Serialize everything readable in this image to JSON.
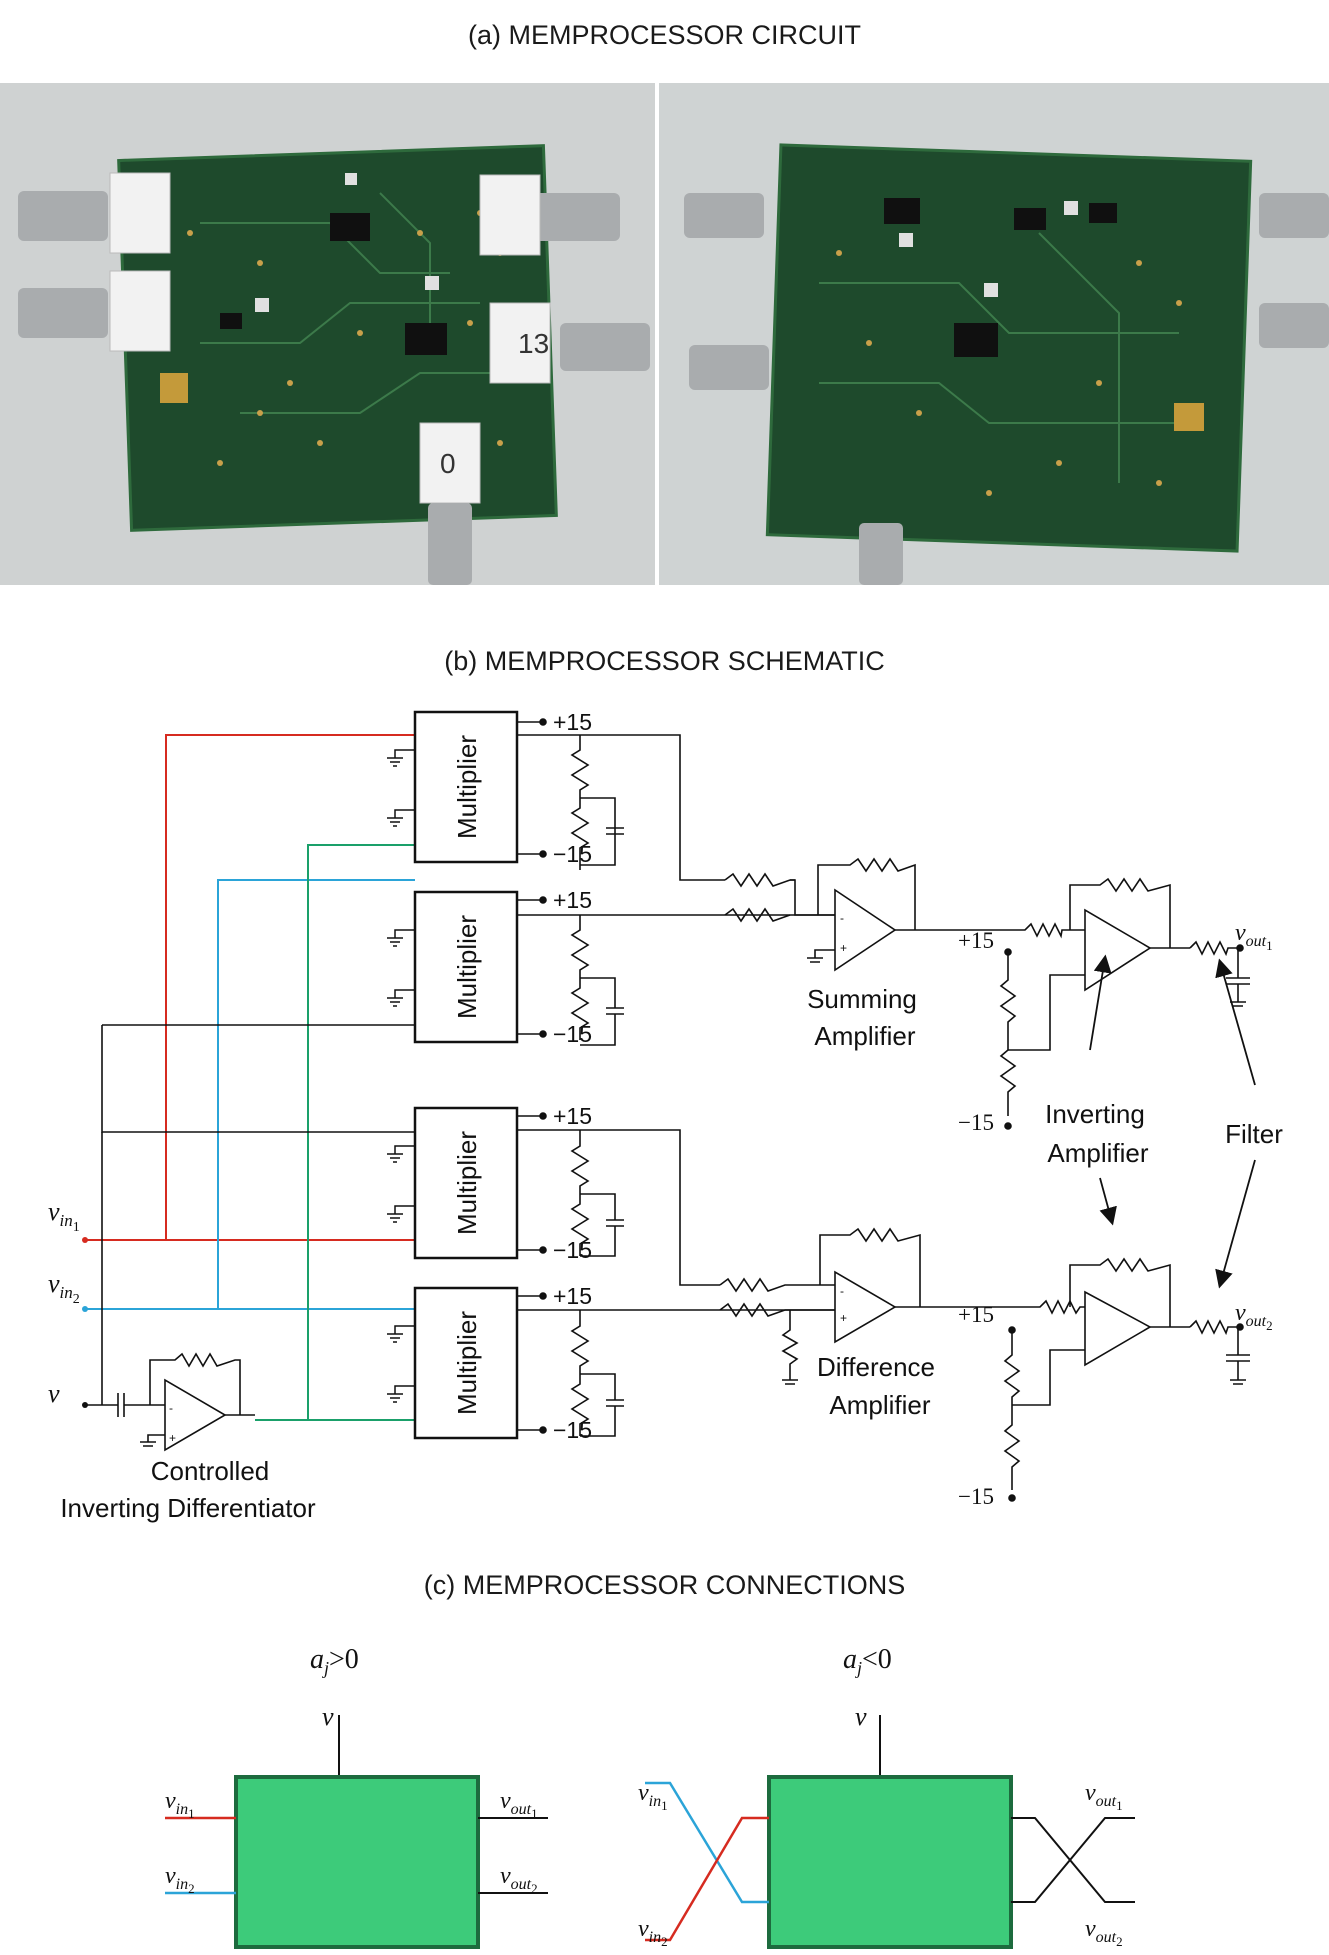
{
  "titles": {
    "a": "(a) MEMPROCESSOR CIRCUIT",
    "b": "(b) MEMPROCESSOR SCHEMATIC",
    "c": "(c) MEMPROCESSOR CONNECTIONS"
  },
  "photos": {
    "left": {
      "label_13": "13",
      "label_0": "0"
    },
    "right": {}
  },
  "schematic": {
    "multiplier_label": "Multiplier",
    "supply_pos": "+15",
    "supply_neg": "−15",
    "summing_amp": [
      "Summing",
      "Amplifier"
    ],
    "difference_amp": [
      "Difference",
      "Amplifier"
    ],
    "inverting_amp": [
      "Inverting",
      "Amplifier"
    ],
    "filter": "Filter",
    "differentiator": [
      "Controlled",
      "Inverting Differentiator"
    ],
    "inputs": {
      "vin1_main": "v",
      "vin1_sub": "in",
      "vin1_idx": "1",
      "vin2_main": "v",
      "vin2_sub": "in",
      "vin2_idx": "2",
      "v": "v"
    },
    "outputs": {
      "vout1_main": "v",
      "vout1_sub": "out",
      "vout1_idx": "1",
      "vout2_main": "v",
      "vout2_sub": "out",
      "vout2_idx": "2"
    },
    "opamp_minus": "-",
    "opamp_plus": "+"
  },
  "connections": {
    "left": {
      "condition_main": "a",
      "condition_sub": "j",
      "condition_rel": ">0",
      "v": "v"
    },
    "right": {
      "condition_main": "a",
      "condition_sub": "j",
      "condition_rel": "<0",
      "v": "v"
    },
    "labels": {
      "in_main": "v",
      "in_sub": "in",
      "out_main": "v",
      "out_sub": "out",
      "idx1": "1",
      "idx2": "2"
    }
  },
  "colors": {
    "vin1_wire": "#d62b20",
    "vin2_wire": "#2ba4d8",
    "v_wire": "#1aa06a",
    "block_fill": "#3dcb7a",
    "pcb": "#1e4a2c"
  }
}
